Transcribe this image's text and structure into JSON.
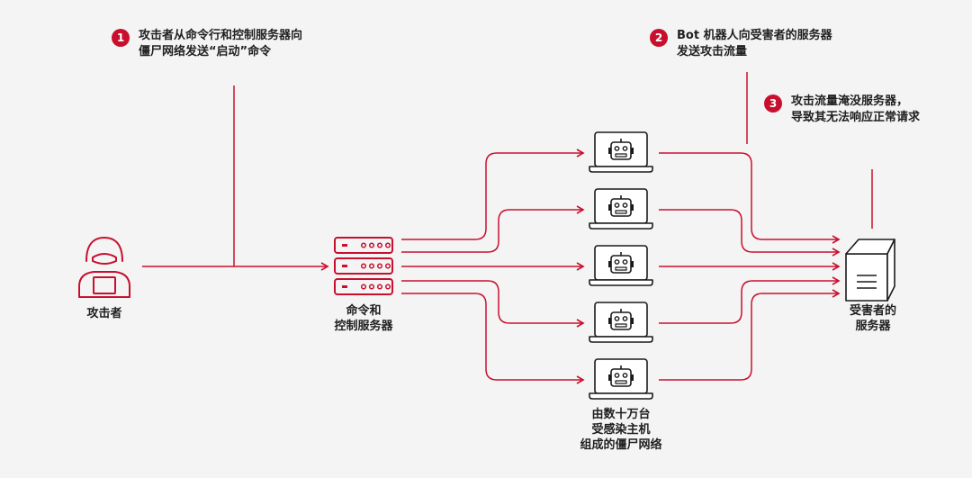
{
  "steps": [
    {
      "number": "1",
      "lines": [
        "攻击者从命令行和控制服务器向",
        "僵尸网络发送“启动”命令"
      ]
    },
    {
      "number": "2",
      "lines": [
        "Bot 机器人向受害者的服务器",
        "发送攻击流量"
      ]
    },
    {
      "number": "3",
      "lines": [
        "攻击流量淹没服务器，",
        "导致其无法响应正常请求"
      ]
    }
  ],
  "attacker": {
    "label": "攻击者",
    "icon": "hooded-hacker-laptop-icon"
  },
  "c2": {
    "lines": [
      "命令和",
      "控制服务器"
    ],
    "icon": "server-rack-icon"
  },
  "botnet": {
    "lines": [
      "由数十万台",
      "受感染主机",
      "组成的僵尸网络"
    ],
    "icon": "robot-laptop-icon"
  },
  "victim": {
    "lines": [
      "受害者的",
      "服务器"
    ],
    "icon": "tower-server-icon"
  },
  "colors": {
    "accent": "#c8102e",
    "background": "#f4f4f4",
    "text": "#1f1f1f"
  }
}
